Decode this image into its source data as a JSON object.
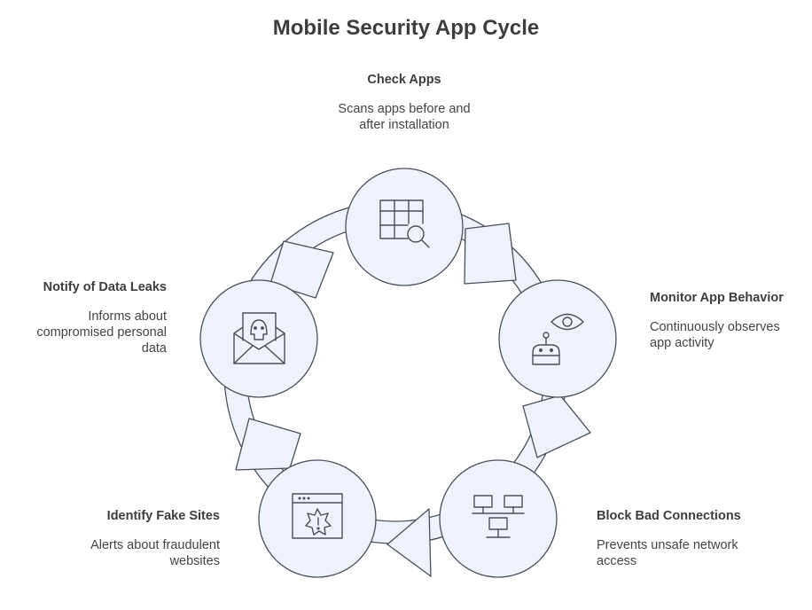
{
  "title": "Mobile Security App Cycle",
  "colors": {
    "node_fill": "#eef2fa",
    "stroke": "#4a4f5c",
    "ring_fill": "#eef2fa",
    "text": "#3d3d3d"
  },
  "steps": [
    {
      "title": "Check Apps",
      "description": "Scans apps before and\nafter installation",
      "icon": "app-scan-icon"
    },
    {
      "title": "Monitor App Behavior",
      "description": "Continuously observes\napp activity",
      "icon": "robot-eye-icon"
    },
    {
      "title": "Block Bad Connections",
      "description": "Prevents unsafe network\naccess",
      "icon": "network-icon"
    },
    {
      "title": "Identify Fake Sites",
      "description": "Alerts about fraudulent\nwebsites",
      "icon": "browser-alert-icon"
    },
    {
      "title": "Notify of Data Leaks",
      "description": "Informs about\ncompromised personal\ndata",
      "icon": "mail-skull-icon"
    }
  ]
}
